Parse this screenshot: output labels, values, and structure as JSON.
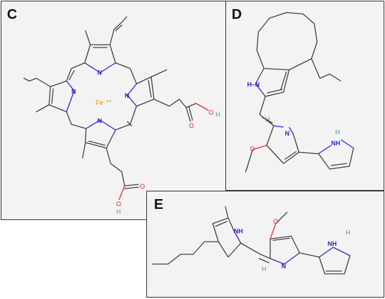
{
  "panels": [
    {
      "id": "C",
      "label": "C"
    },
    {
      "id": "D",
      "label": "D"
    },
    {
      "id": "E",
      "label": "E"
    }
  ],
  "atoms": {
    "N": "N",
    "NH": "NH",
    "H_N": "H–N",
    "N_minus": "N",
    "minus": "-",
    "Fe": "Fe",
    "Fe_charge": "++",
    "O": "O",
    "OH": "OH",
    "H": "H"
  },
  "colors": {
    "bond": "#404040",
    "nitrogen": "#2a2acc",
    "oxygen": "#e03030",
    "iron": "#e08a00",
    "hydrogen": "#5a8a8a",
    "panel_border": "#333333",
    "panel_fill": "#f3f3f3"
  }
}
